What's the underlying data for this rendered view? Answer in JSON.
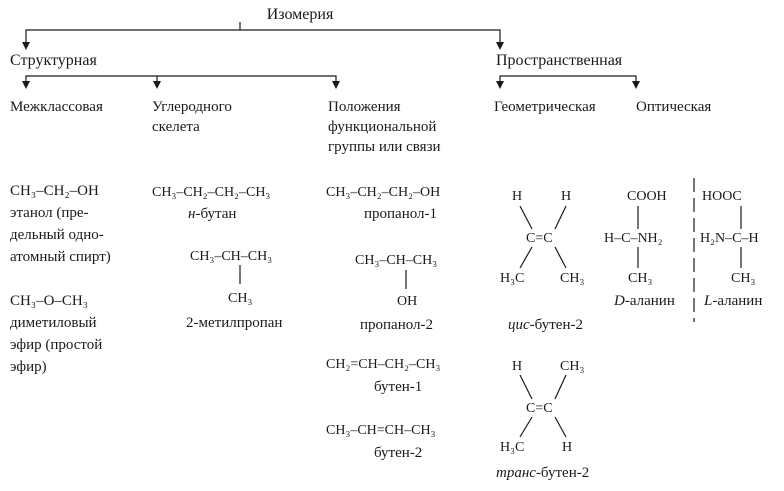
{
  "root": {
    "title": "Изомерия"
  },
  "branches": {
    "structural": "Структурная",
    "spatial": "Пространственная"
  },
  "subtypes": {
    "interclass": "Межклассовая",
    "carbon_skeleton_1": "Углеродного",
    "carbon_skeleton_2": "скелета",
    "position_1": "Положения",
    "position_2": "функциональной",
    "position_3": "группы или связи",
    "geometric": "Геометрическая",
    "optical": "Оптическая"
  },
  "interclass": {
    "ethanol_formula": "CH₃–CH₂–OH",
    "ethanol_desc": [
      "этанол (пре-",
      "дельный одно-",
      "атомный спирт)"
    ],
    "ether_formula": "CH₃–O–CH₃",
    "ether_desc": [
      "диметиловый",
      "эфир (простой",
      "эфир)"
    ]
  },
  "skeleton": {
    "butane_formula": "CH₃–CH₂–CH₂–CH₃",
    "butane_prefix": "н",
    "butane_name": "-бутан",
    "methylpropane_main": "CH₃–CH–CH₃",
    "methylpropane_branch": "CH₃",
    "methylpropane_name": "2-метилпропан"
  },
  "position": {
    "propanol1_formula": "CH₃–CH₂–CH₂–OH",
    "propanol1_name": "пропанол-1",
    "propanol2_main": "CH₃–CH–CH₃",
    "propanol2_branch": "OH",
    "propanol2_name": "пропанол-2",
    "butene1_formula": "CH₂=CH–CH₂–CH₃",
    "butene1_name": "бутен-1",
    "butene2_formula": "CH₃–CH=CH–CH₃",
    "butene2_name": "бутен-2"
  },
  "geometric": {
    "cis_top_left": "H",
    "cis_top_right": "H",
    "cis_center": "C=C",
    "cis_bottom_left": "H₃C",
    "cis_bottom_right": "CH₃",
    "cis_prefix": "цис",
    "cis_name": "-бутен-2",
    "trans_top_left": "H",
    "trans_top_right": "CH₃",
    "trans_center": "C=C",
    "trans_bottom_left": "H₃C",
    "trans_bottom_right": "H",
    "trans_prefix": "транс",
    "trans_name": "-бутен-2"
  },
  "optical": {
    "d_top": "COOH",
    "d_middle": "H–C–NH₂",
    "d_bottom": "CH₃",
    "d_letter": "D",
    "d_name": "-аланин",
    "l_top": "HOOC",
    "l_middle": "H₂N–C–H",
    "l_bottom": "CH₃",
    "l_letter": "L",
    "l_name": "-аланин"
  }
}
